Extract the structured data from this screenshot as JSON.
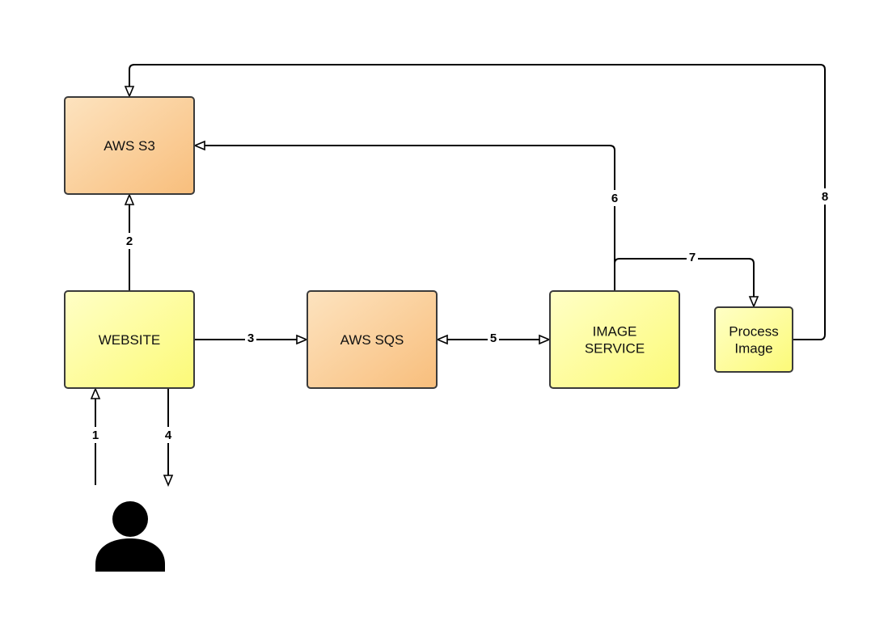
{
  "diagram": {
    "nodes": [
      {
        "id": "aws-s3",
        "lines": [
          "AWS S3"
        ],
        "style": "orange"
      },
      {
        "id": "website",
        "lines": [
          "WEBSITE"
        ],
        "style": "yellow"
      },
      {
        "id": "aws-sqs",
        "lines": [
          "AWS SQS"
        ],
        "style": "orange"
      },
      {
        "id": "image-service",
        "lines": [
          "IMAGE",
          "SERVICE"
        ],
        "style": "yellow"
      },
      {
        "id": "process-image",
        "lines": [
          "Process",
          "Image"
        ],
        "style": "yellow"
      }
    ],
    "edges": [
      {
        "id": "edge-1",
        "label": "1",
        "from": "user",
        "to": "website"
      },
      {
        "id": "edge-2",
        "label": "2",
        "from": "website",
        "to": "aws-s3"
      },
      {
        "id": "edge-3",
        "label": "3",
        "from": "website",
        "to": "aws-sqs"
      },
      {
        "id": "edge-4",
        "label": "4",
        "from": "website",
        "to": "user"
      },
      {
        "id": "edge-5",
        "label": "5",
        "from": "aws-sqs",
        "to": "image-service",
        "bidirectional": true
      },
      {
        "id": "edge-6",
        "label": "6",
        "from": "image-service",
        "to": "aws-s3"
      },
      {
        "id": "edge-7",
        "label": "7",
        "from": "image-service",
        "to": "process-image"
      },
      {
        "id": "edge-8",
        "label": "8",
        "from": "process-image",
        "to": "aws-s3"
      }
    ],
    "actor": {
      "id": "user",
      "icon": "user-icon"
    },
    "colors": {
      "orange_light": "#fde3bf",
      "orange_dark": "#f8be7c",
      "yellow_light": "#ffffc6",
      "yellow_dark": "#fcfa78",
      "stroke": "#3a3a3a",
      "line": "#000000",
      "user": "#000000"
    }
  }
}
